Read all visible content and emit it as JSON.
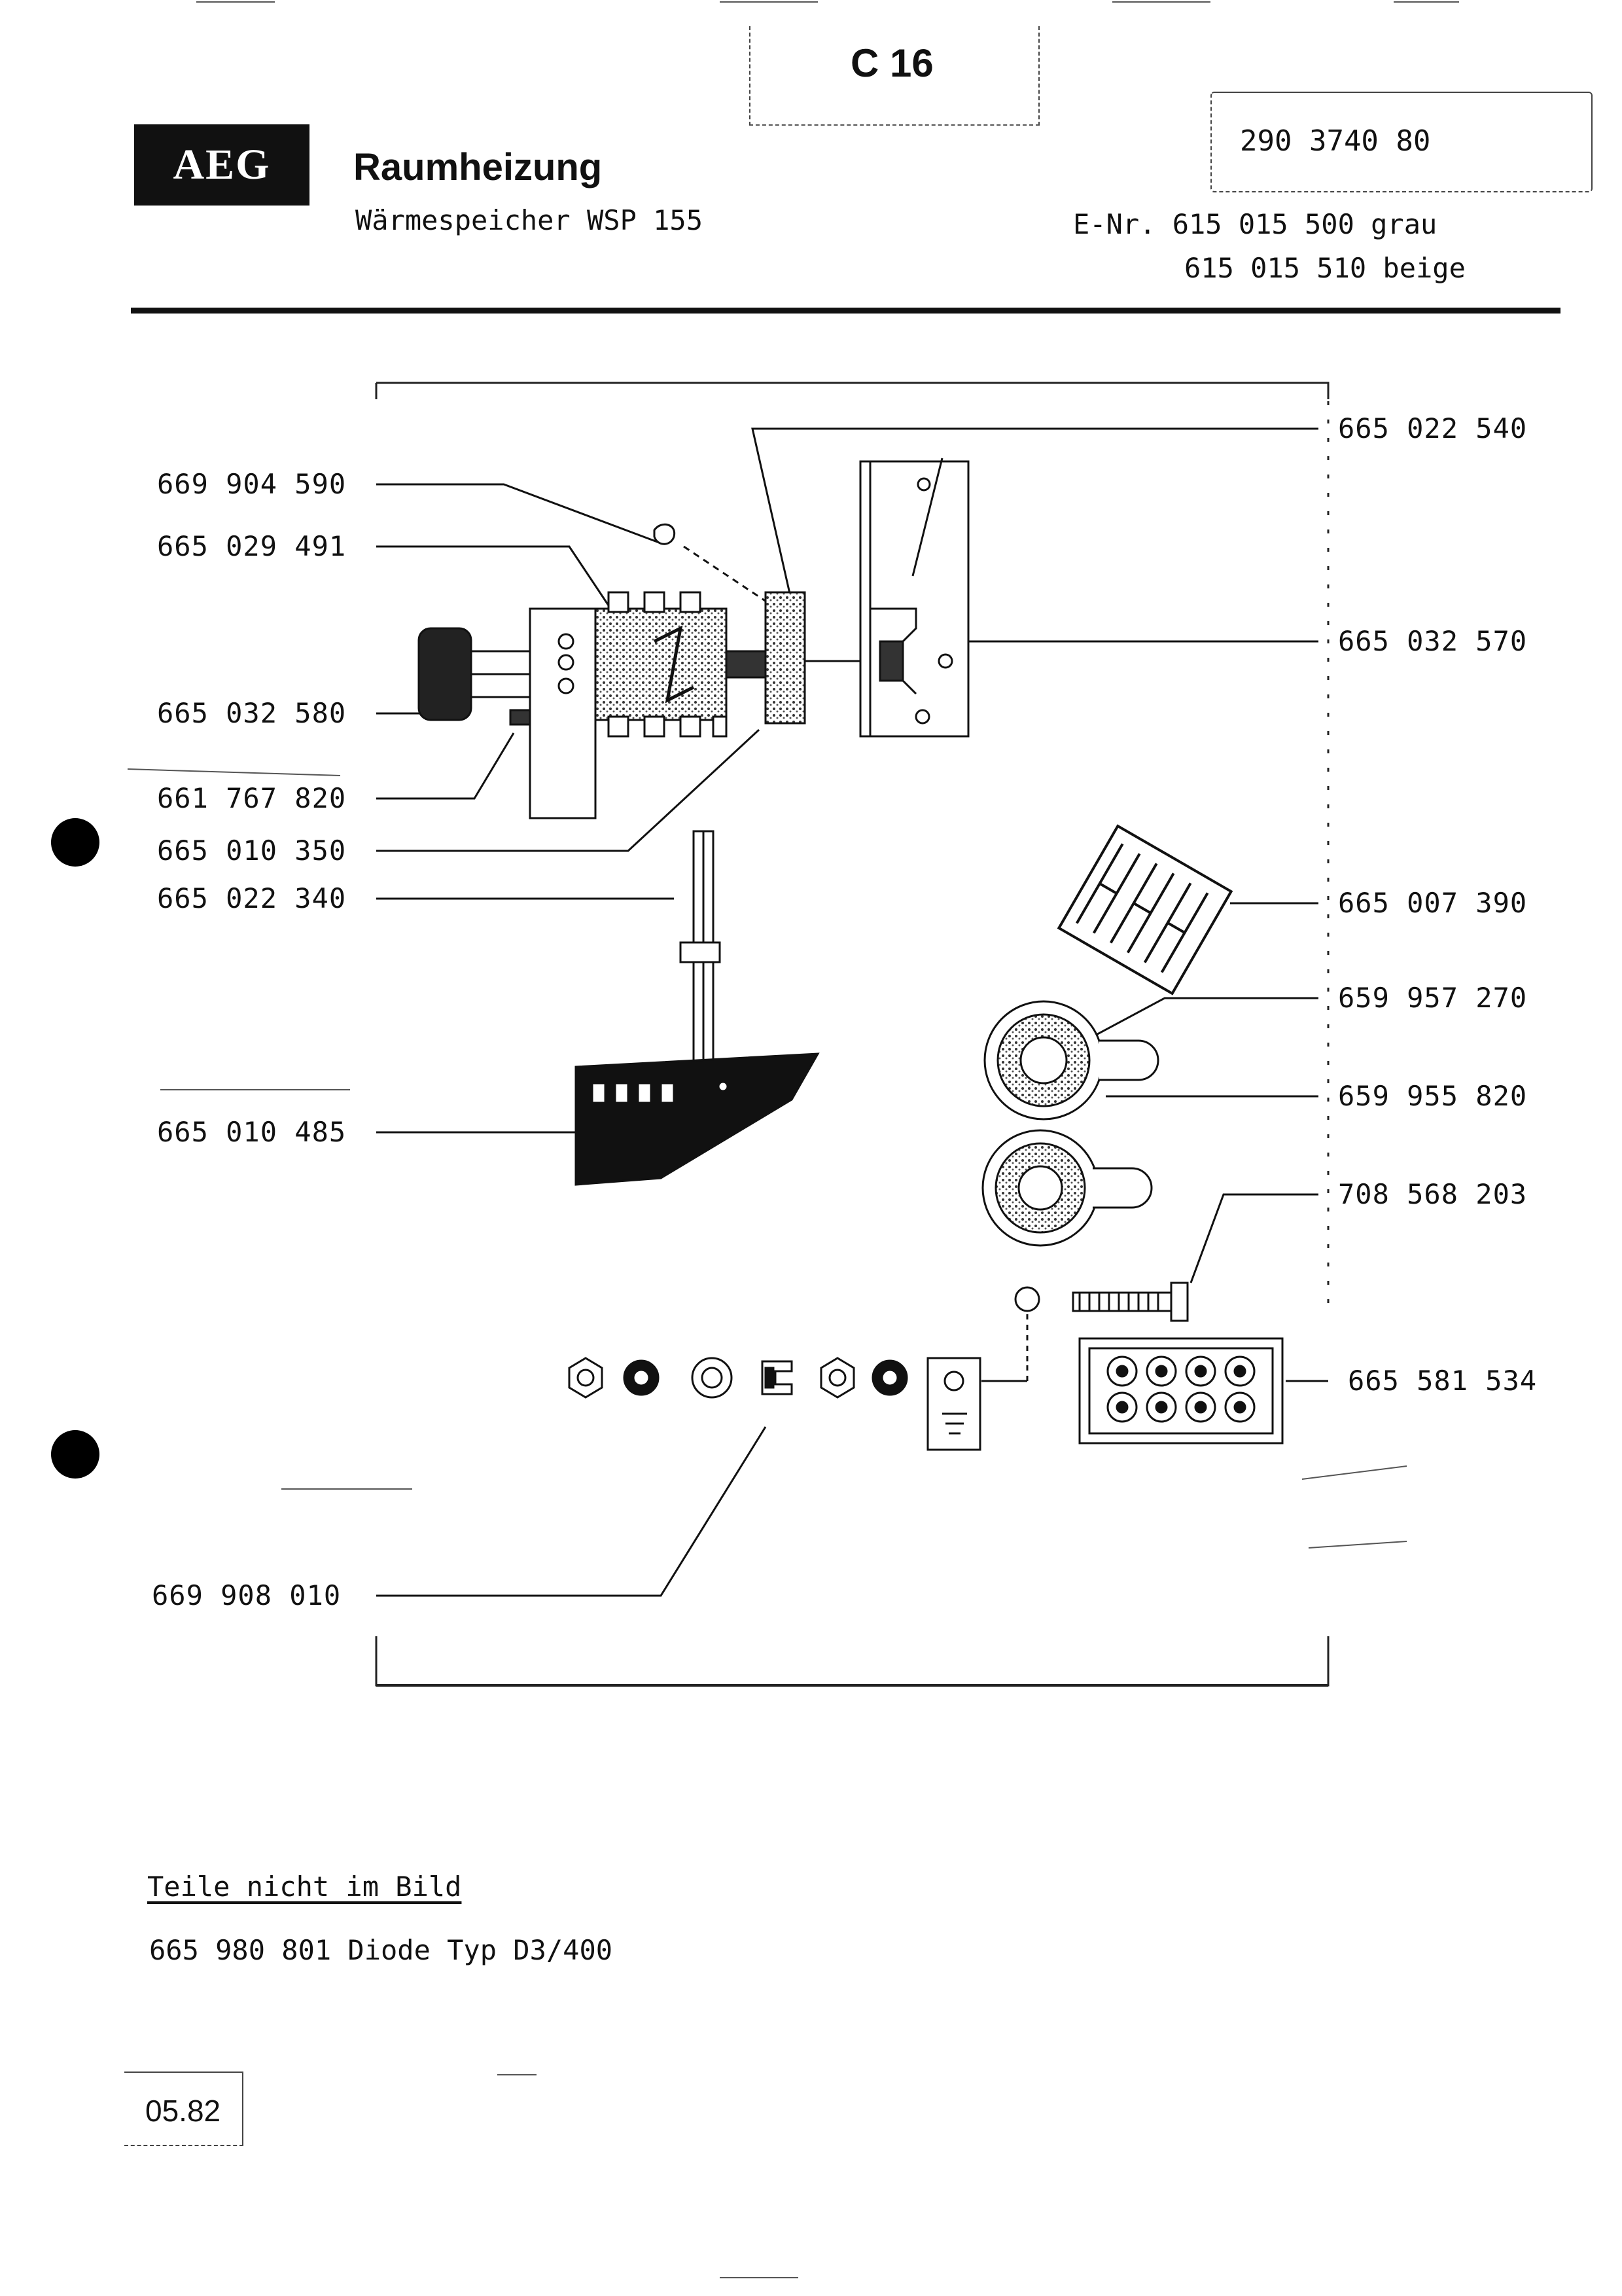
{
  "header": {
    "sheet_code": "C 16",
    "doc_number": "290 3740 80",
    "logo": "AEG",
    "title": "Raumheizung",
    "subtitle": "Wärmespeicher WSP 155",
    "enr_line1": "E-Nr. 615 015 500 grau",
    "enr_line2": "615 015 510 beige"
  },
  "parts_left": [
    "669 904 590",
    "665 029 491",
    "665 032 580",
    "661 767 820",
    "665 010 350",
    "665 022 340",
    "665 010 485",
    "669 908 010"
  ],
  "parts_right": [
    "665 022 540",
    "665 032 570",
    "665 007 390",
    "659 957 270",
    "659 955 820",
    "708 568 203",
    "665 581 534"
  ],
  "notes": {
    "title": "Teile nicht im Bild",
    "item": "665 980 801 Diode Typ D3/400"
  },
  "footer": {
    "date": "05.82"
  }
}
